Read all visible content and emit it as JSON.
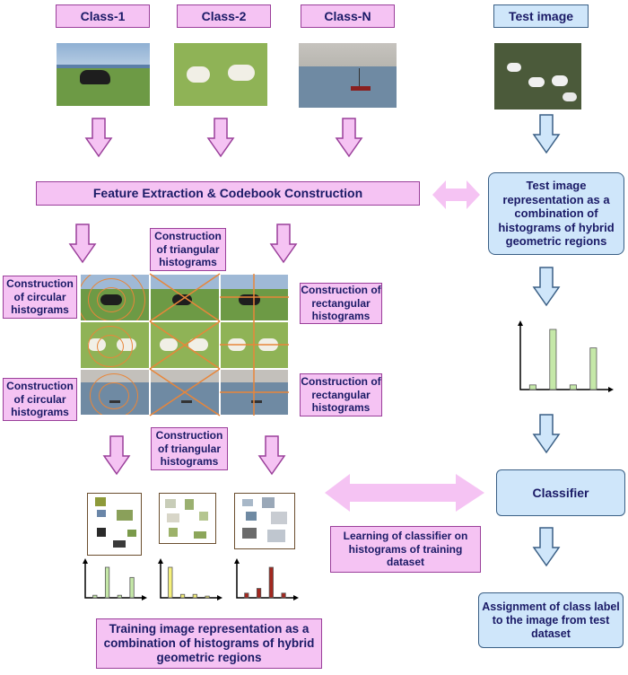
{
  "classes": [
    {
      "label": "Class-1"
    },
    {
      "label": "Class-2"
    },
    {
      "label": "Class-N"
    }
  ],
  "test_image_label": "Test image",
  "feature_extraction": "Feature Extraction & Codebook Construction",
  "test_representation": "Test image representation as a combination of histograms of hybrid geometric regions",
  "triangular_top": "Construction of triangular histograms",
  "circular_top": "Construction of circular histograms",
  "rectangular_top": "Construction of rectangular histograms",
  "circular_bottom": "Construction of circular histograms",
  "rectangular_bottom": "Construction of rectangular histograms",
  "triangular_bottom": "Construction of triangular histograms",
  "classifier": "Classifier",
  "learning": "Learning of classifier on histograms of training dataset",
  "assignment": "Assignment of class label to the image from test dataset",
  "training_representation": "Training image representation as a combination of histograms of hybrid geometric regions",
  "colors": {
    "pink_fill": "#f5c3f3",
    "pink_border": "#9a3f9a",
    "blue_fill": "#cfe6fa",
    "blue_border": "#3a5f85",
    "text": "#1a1a66",
    "green_bar": "#c5e8a8",
    "yellow_bar": "#f5f07a",
    "red_bar": "#a3281f",
    "ring": "#e8863a"
  },
  "chart_data": [
    {
      "type": "bar",
      "name": "test-histogram",
      "values": [
        1,
        13,
        1,
        9
      ],
      "color": "#c5e8a8"
    },
    {
      "type": "bar",
      "name": "class1-histogram",
      "values": [
        1,
        12,
        1,
        8
      ],
      "color": "#c5e8a8"
    },
    {
      "type": "bar",
      "name": "class2-histogram",
      "values": [
        9,
        1,
        1,
        0.5
      ],
      "color": "#f5f07a"
    },
    {
      "type": "bar",
      "name": "classN-histogram",
      "values": [
        2,
        4,
        13,
        2
      ],
      "color": "#a3281f"
    }
  ]
}
